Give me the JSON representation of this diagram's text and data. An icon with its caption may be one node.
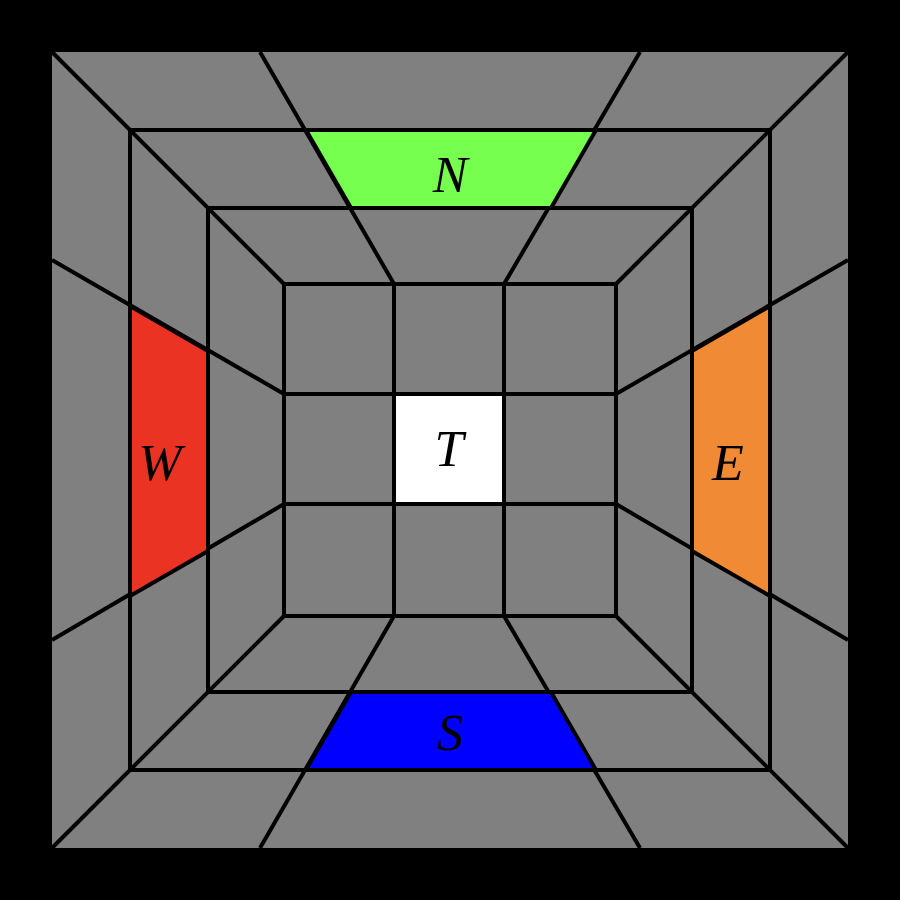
{
  "diagram": {
    "nodes": [
      {
        "text": [
          "N"
        ]
      },
      {
        "text": [
          "W"
        ]
      },
      {
        "text": [
          "T"
        ]
      },
      {
        "text": [
          "E"
        ]
      },
      {
        "text": [
          "S"
        ]
      }
    ]
  }
}
